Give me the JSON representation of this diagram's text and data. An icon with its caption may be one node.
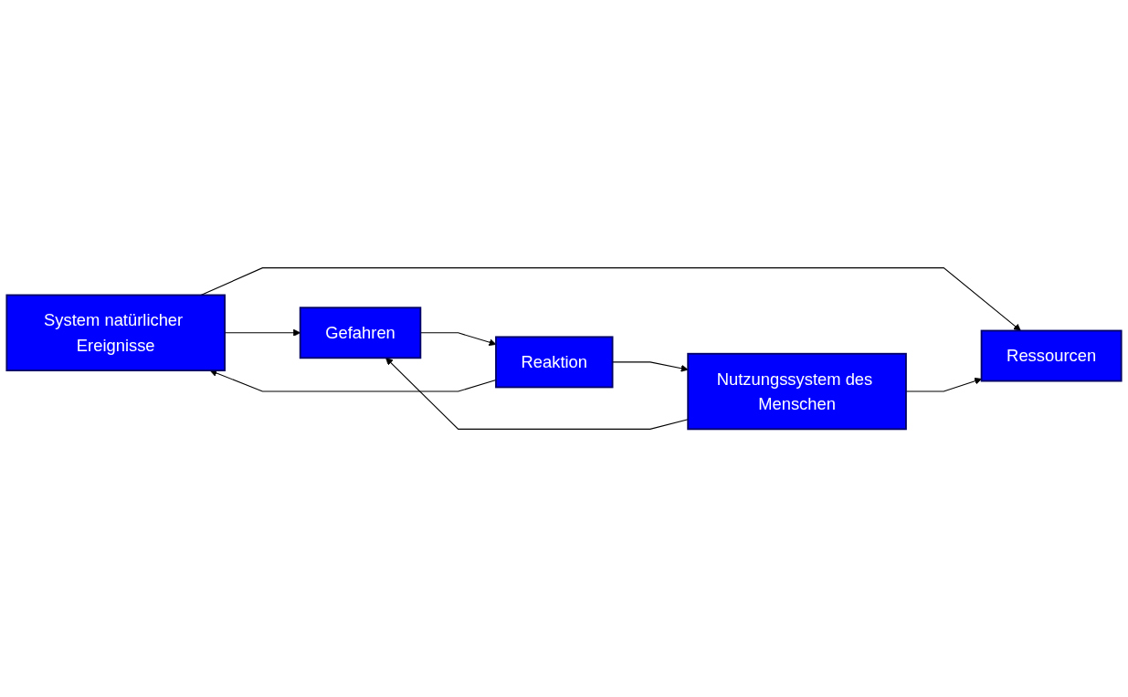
{
  "diagram": {
    "nodes": [
      {
        "text": [
          "System natürlicher Ereignisse"
        ]
      },
      {
        "text": [
          "Ressourcen"
        ]
      },
      {
        "text": [
          "Gefahren"
        ]
      },
      {
        "text": [
          "Reaktion"
        ]
      },
      {
        "text": [
          "Nutzungssystem des Menschen"
        ]
      }
    ],
    "edges": [
      {
        "from": 0,
        "to": 1,
        "arrow": "to"
      },
      {
        "from": 0,
        "to": 2,
        "arrow": "to"
      },
      {
        "from": 4,
        "to": 1,
        "arrow": "to"
      },
      {
        "from": 4,
        "to": 2,
        "arrow": "to"
      },
      {
        "from": 2,
        "to": 3,
        "arrow": "to"
      },
      {
        "from": 3,
        "to": 0,
        "arrow": "to"
      },
      {
        "from": 3,
        "to": 4,
        "arrow": "to"
      }
    ]
  }
}
